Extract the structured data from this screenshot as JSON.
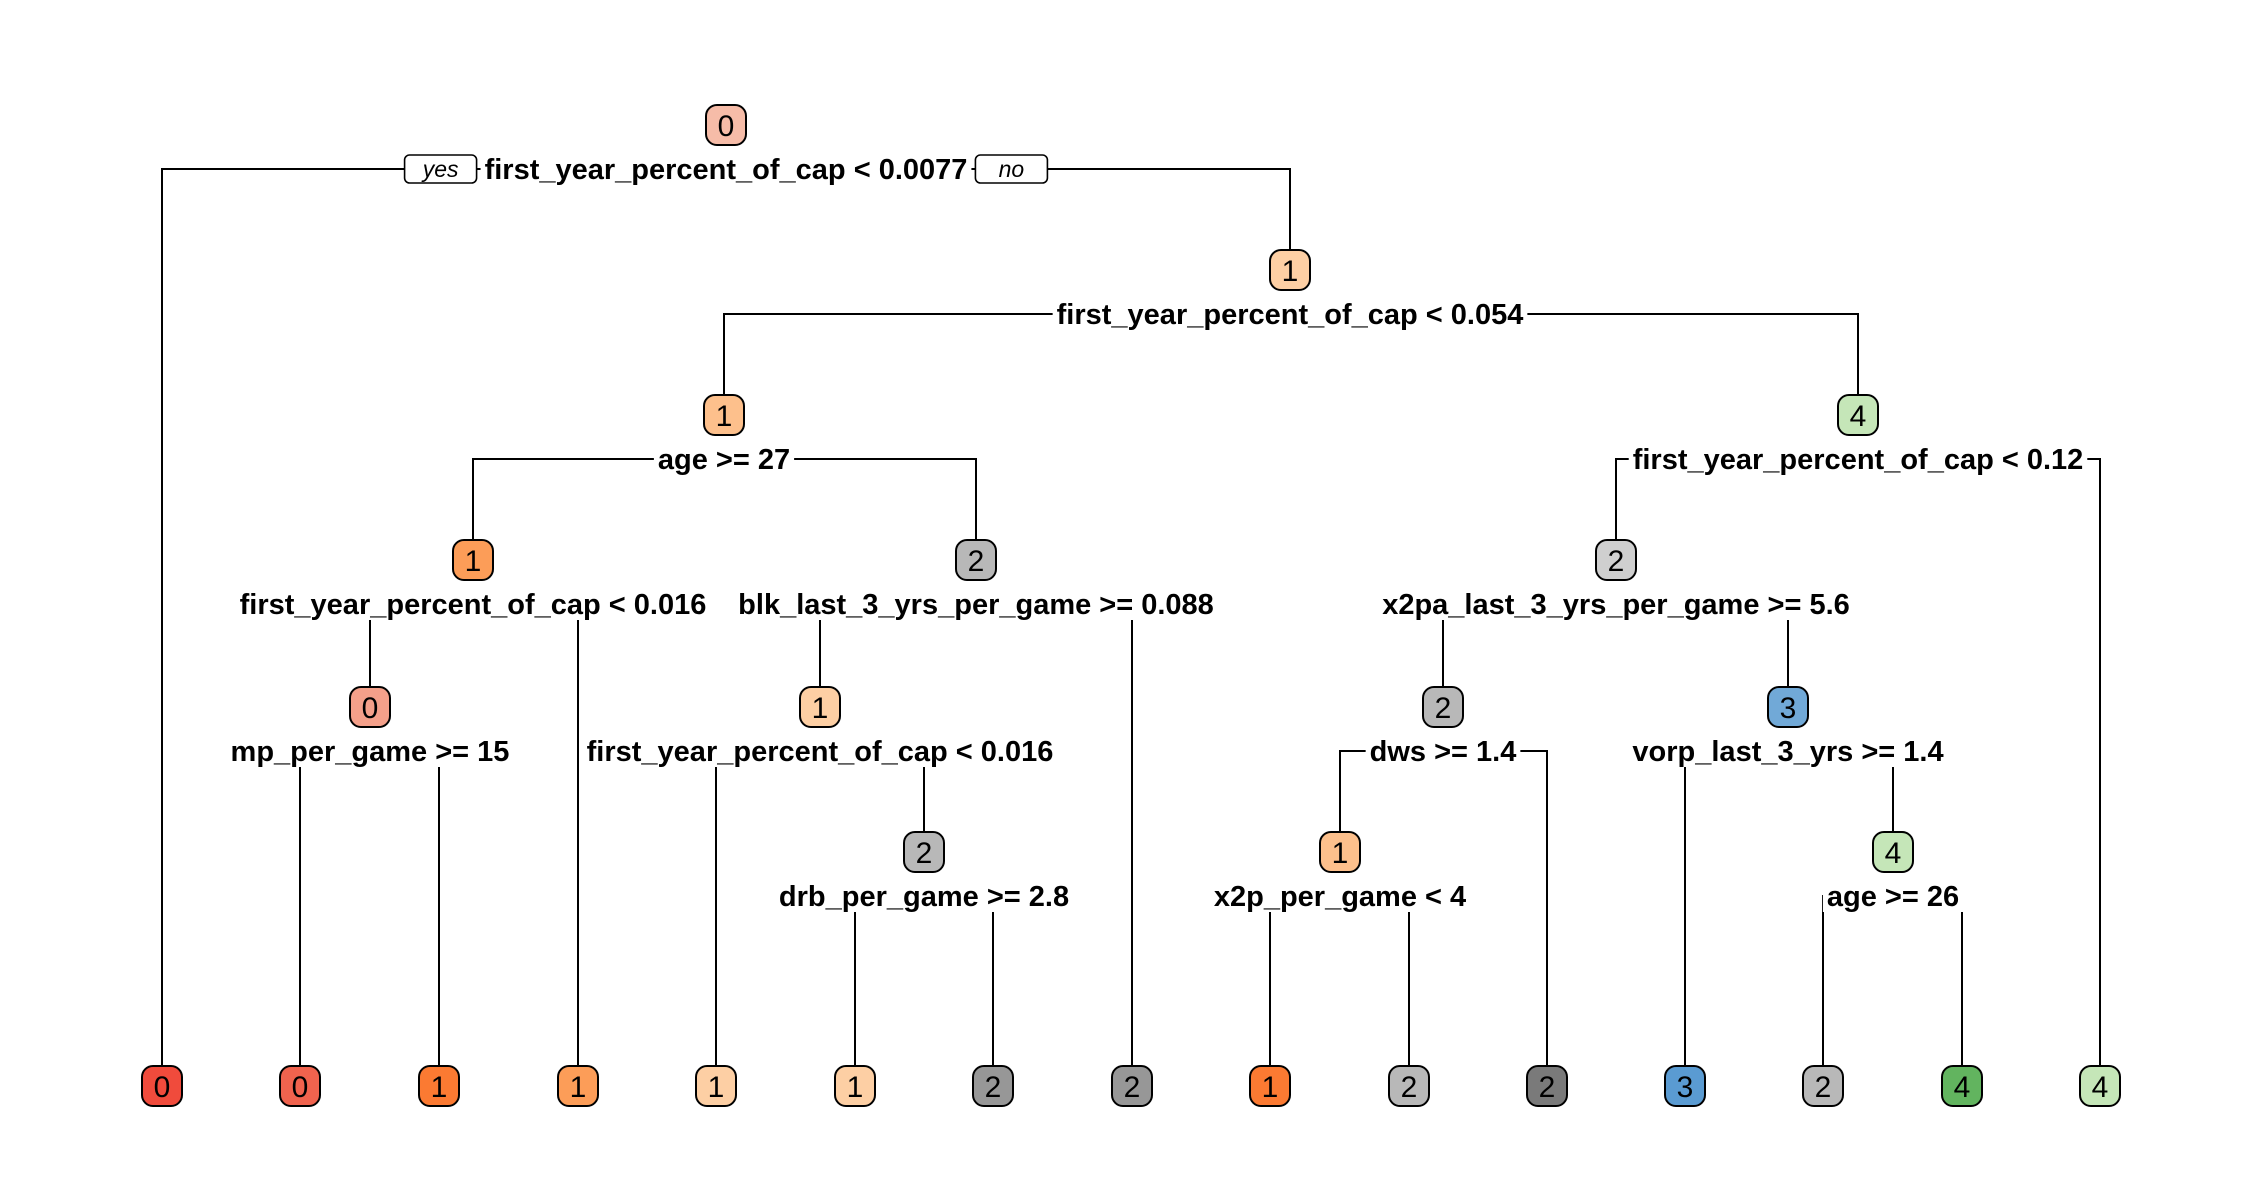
{
  "branch_labels": {
    "yes": "yes",
    "no": "no"
  },
  "palette": {
    "red_dark": "#f04b3c",
    "red_mid": "#f0634e",
    "salmon": "#f4a08a",
    "salmon_light": "#f6bca8",
    "orange_dark": "#fb7a32",
    "orange_mid": "#fc9d58",
    "orange_light": "#fdc08c",
    "peach": "#fdcfa4",
    "gray_light": "#cfcfcf",
    "gray_mid": "#b8b8b8",
    "gray_dark": "#979797",
    "gray_darker": "#7a7a7a",
    "blue_mid": "#71a9d7",
    "blue": "#5a9bd2",
    "green_light": "#c5e6b8",
    "green": "#62b45f",
    "edge": "#000000"
  },
  "nodes": [
    {
      "id": "n1",
      "class": "0",
      "split": "first_year_percent_of_cap < 0.0077",
      "fill": "#f6bca8",
      "children": [
        "n2",
        "n3"
      ]
    },
    {
      "id": "n2",
      "class": "0",
      "fill": "#f04b3c"
    },
    {
      "id": "n3",
      "class": "1",
      "split": "first_year_percent_of_cap < 0.054",
      "fill": "#fdcfa4",
      "children": [
        "n6",
        "n7"
      ]
    },
    {
      "id": "n6",
      "class": "1",
      "split": "age >= 27",
      "fill": "#fdc08c",
      "children": [
        "n12",
        "n13"
      ]
    },
    {
      "id": "n7",
      "class": "4",
      "split": "first_year_percent_of_cap < 0.12",
      "fill": "#c5e6b8",
      "children": [
        "n14",
        "n15"
      ]
    },
    {
      "id": "n12",
      "class": "1",
      "split": "first_year_percent_of_cap < 0.016",
      "fill": "#fc9d58",
      "children": [
        "n24",
        "n25"
      ]
    },
    {
      "id": "n13",
      "class": "2",
      "split": "blk_last_3_yrs_per_game >= 0.088",
      "fill": "#b8b8b8",
      "children": [
        "n26",
        "n27"
      ]
    },
    {
      "id": "n14",
      "class": "2",
      "split": "x2pa_last_3_yrs_per_game >= 5.6",
      "fill": "#cfcfcf",
      "children": [
        "n28",
        "n29"
      ]
    },
    {
      "id": "n15",
      "class": "4",
      "fill": "#c5e6b8"
    },
    {
      "id": "n24",
      "class": "0",
      "split": "mp_per_game >= 15",
      "fill": "#f4a08a",
      "children": [
        "n48",
        "n49"
      ]
    },
    {
      "id": "n25",
      "class": "1",
      "fill": "#fc9d58"
    },
    {
      "id": "n26",
      "class": "1",
      "split": "first_year_percent_of_cap < 0.016",
      "fill": "#fdcfa4",
      "children": [
        "n52",
        "n53"
      ]
    },
    {
      "id": "n27",
      "class": "2",
      "fill": "#979797"
    },
    {
      "id": "n28",
      "class": "2",
      "split": "dws >= 1.4",
      "fill": "#b8b8b8",
      "children": [
        "n56",
        "n57"
      ]
    },
    {
      "id": "n29",
      "class": "3",
      "split": "vorp_last_3_yrs >= 1.4",
      "fill": "#71a9d7",
      "children": [
        "n58",
        "n59"
      ]
    },
    {
      "id": "n48",
      "class": "0",
      "fill": "#f0634e"
    },
    {
      "id": "n49",
      "class": "1",
      "fill": "#fb7a32"
    },
    {
      "id": "n52",
      "class": "1",
      "fill": "#fdcfa4"
    },
    {
      "id": "n53",
      "class": "2",
      "split": "drb_per_game >= 2.8",
      "fill": "#b8b8b8",
      "children": [
        "n106",
        "n107"
      ]
    },
    {
      "id": "n56",
      "class": "1",
      "split": "x2p_per_game < 4",
      "fill": "#fdc08c",
      "children": [
        "n112",
        "n113"
      ]
    },
    {
      "id": "n57",
      "class": "2",
      "fill": "#7a7a7a"
    },
    {
      "id": "n58",
      "class": "3",
      "fill": "#5a9bd2"
    },
    {
      "id": "n59",
      "class": "4",
      "split": "age >= 26",
      "fill": "#c5e6b8",
      "children": [
        "n118",
        "n119"
      ]
    },
    {
      "id": "n106",
      "class": "1",
      "fill": "#fdcfa4"
    },
    {
      "id": "n107",
      "class": "2",
      "fill": "#979797"
    },
    {
      "id": "n112",
      "class": "1",
      "fill": "#fb7a32"
    },
    {
      "id": "n113",
      "class": "2",
      "fill": "#b8b8b8"
    },
    {
      "id": "n118",
      "class": "2",
      "fill": "#b8b8b8"
    },
    {
      "id": "n119",
      "class": "4",
      "fill": "#62b45f"
    }
  ]
}
